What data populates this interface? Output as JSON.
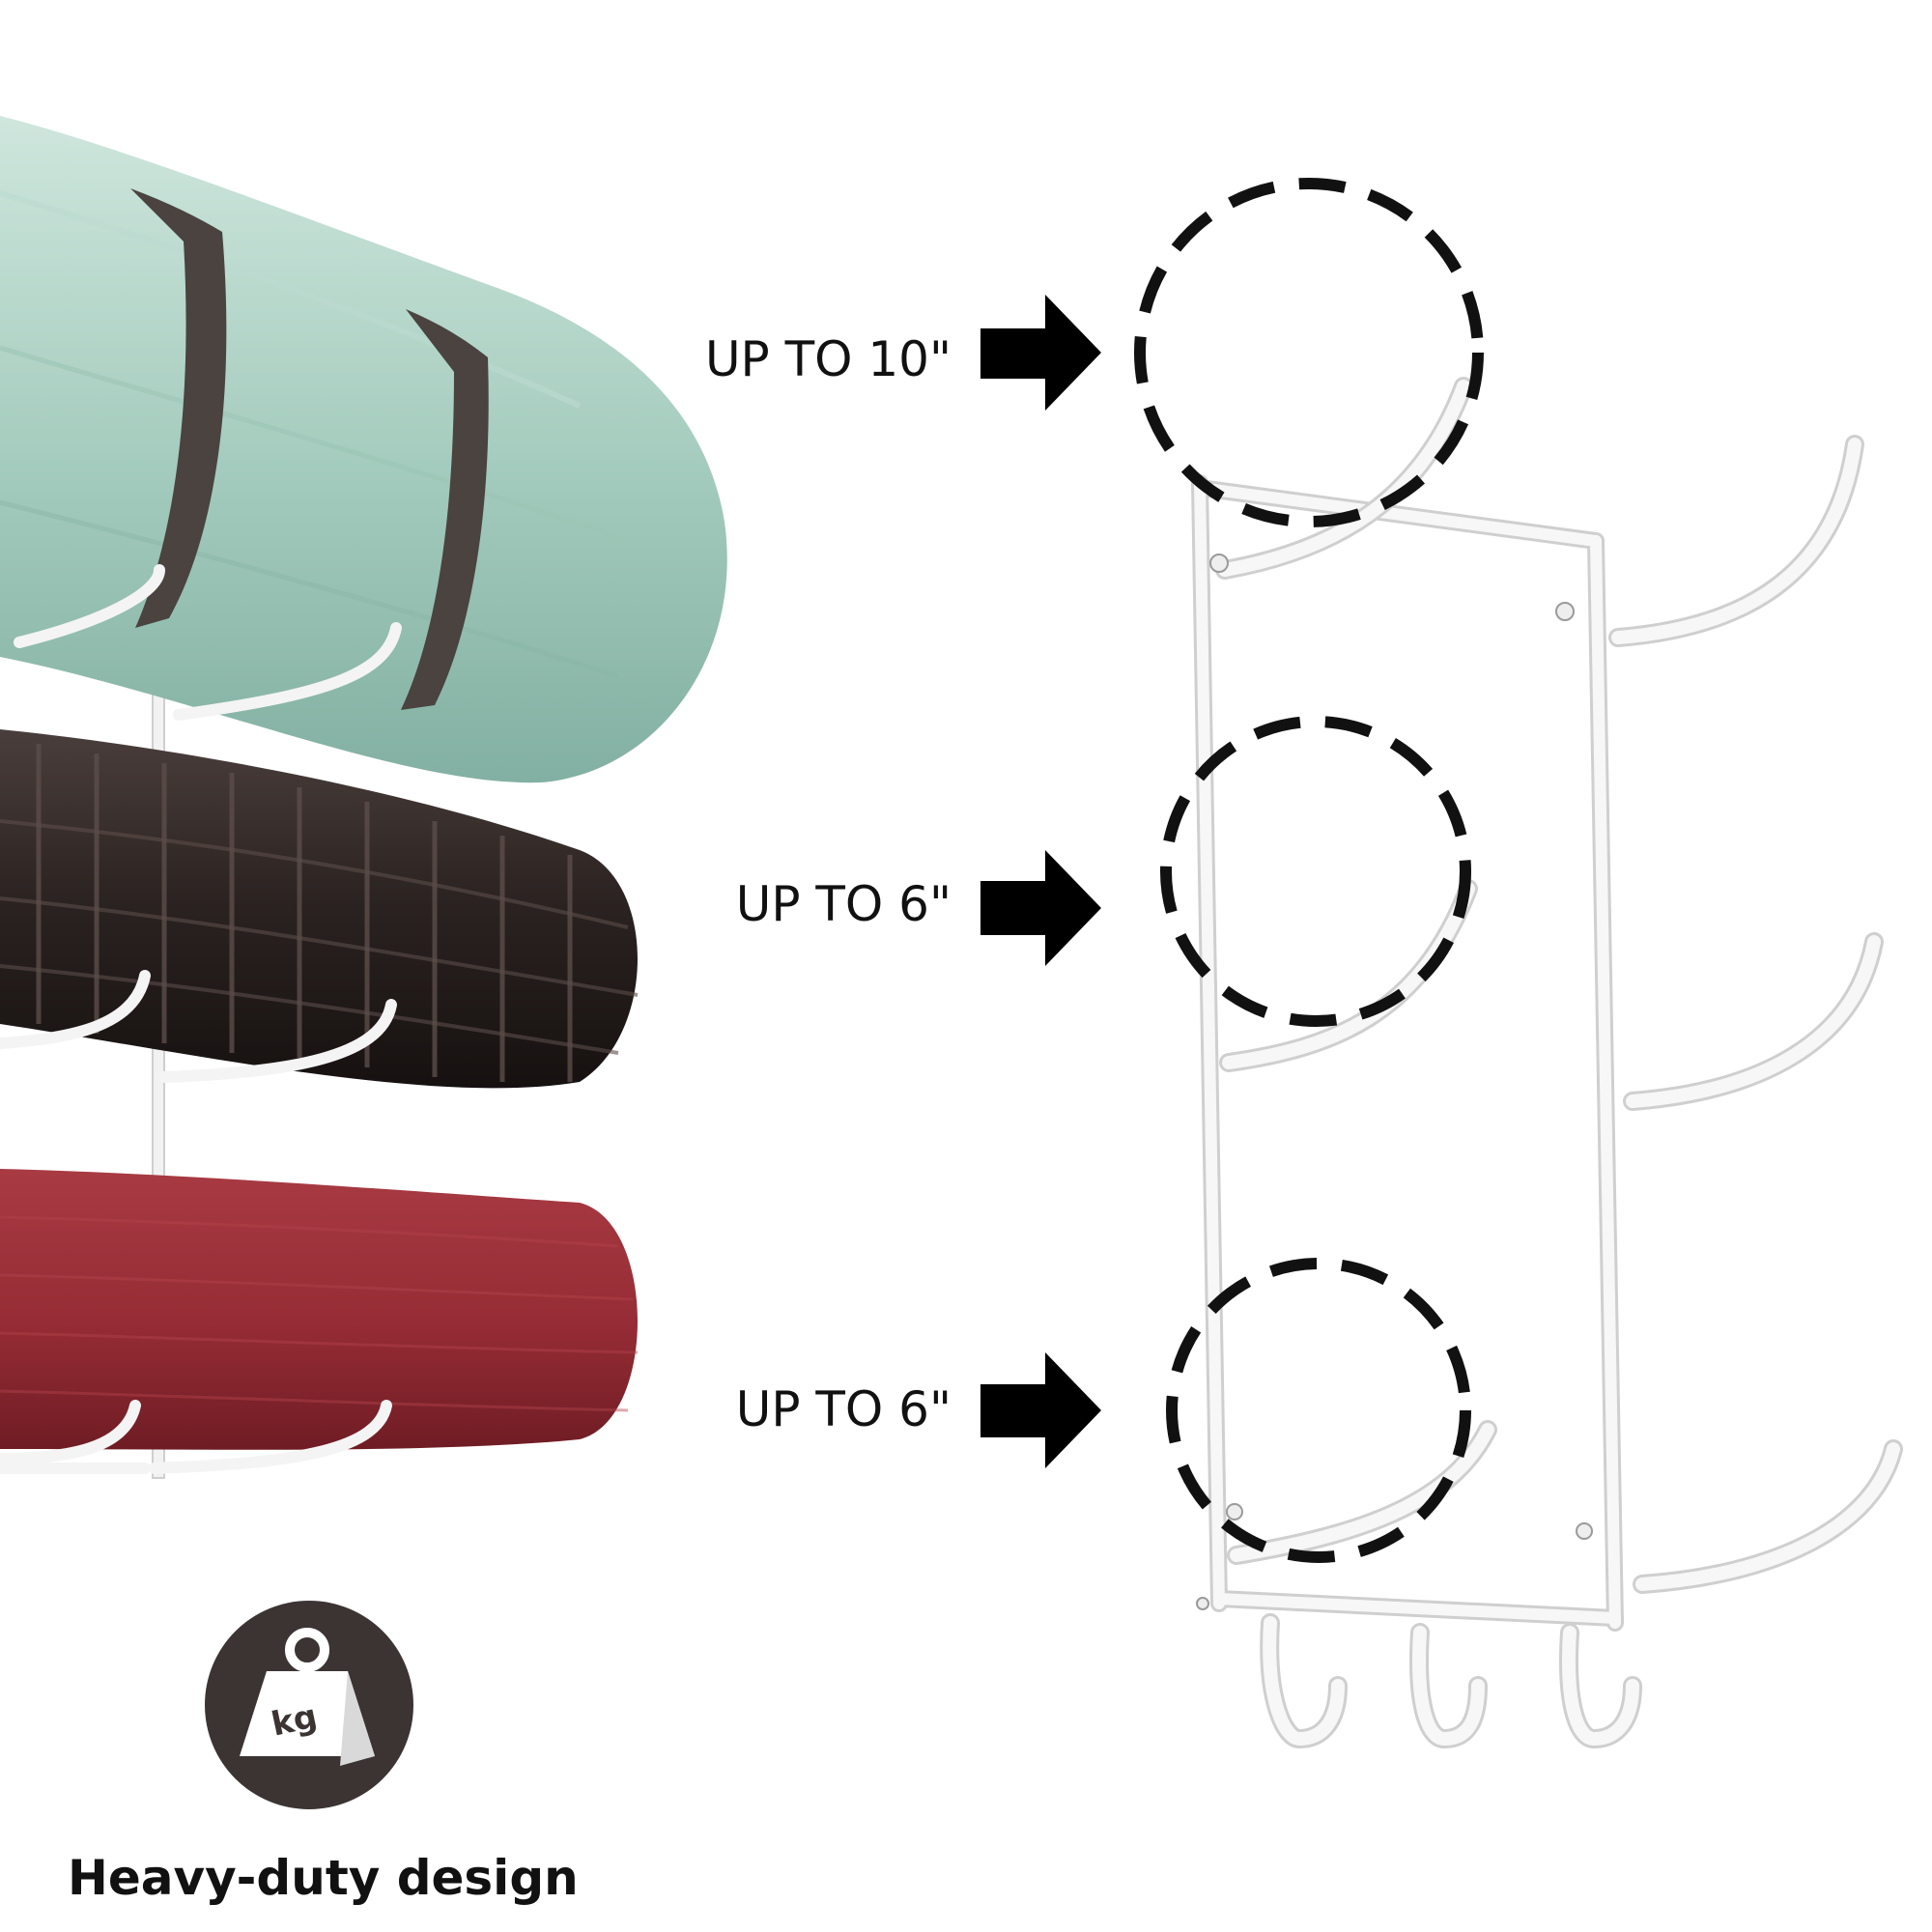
{
  "labels": {
    "top_capacity": "UP TO 10\"",
    "middle_capacity": "UP TO 6\"",
    "bottom_capacity": "UP TO 6\""
  },
  "feature": {
    "caption": "Heavy-duty design",
    "icon": "kg-weight-icon",
    "icon_text": "kg"
  },
  "colors": {
    "mat_green": "#a9cfc2",
    "foam_roller": "#2b2221",
    "mat_red": "#962c35",
    "rack": "#f4f4f4",
    "arrow": "#000000",
    "icon_circle": "#3b3433"
  }
}
